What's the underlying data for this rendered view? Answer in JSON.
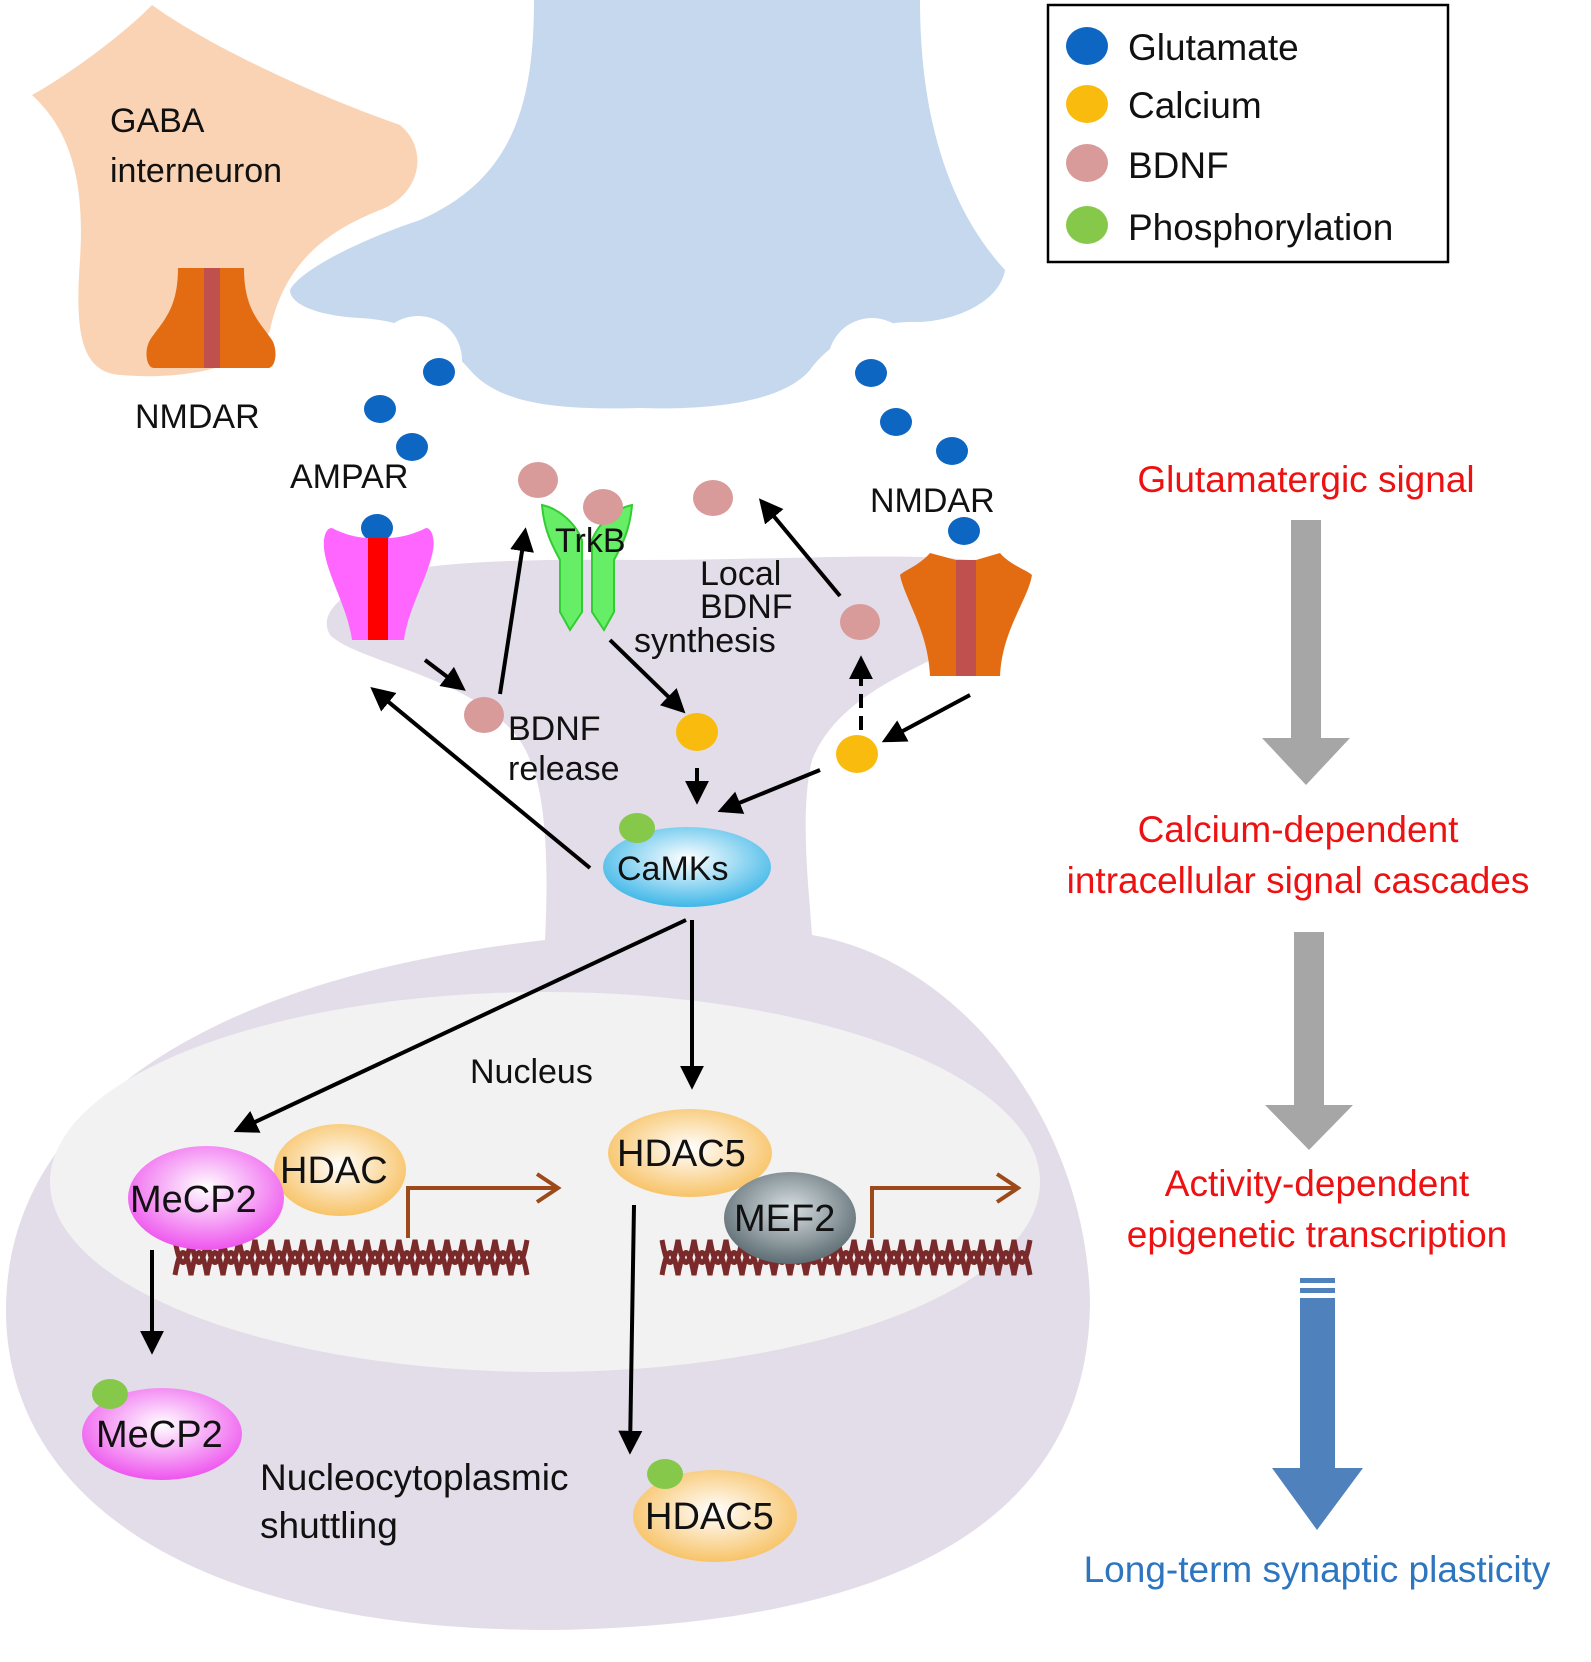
{
  "legend": {
    "items": [
      {
        "label": "Glutamate",
        "color": "#0d66c2"
      },
      {
        "label": "Calcium",
        "color": "#f9bb0d"
      },
      {
        "label": "BDNF",
        "color": "#d99a9a"
      },
      {
        "label": "Phosphorylation",
        "color": "#86c94a"
      }
    ]
  },
  "labels": {
    "gaba_line1": "GABA",
    "gaba_line2": "interneuron",
    "nmdar_gaba": "NMDAR",
    "ampar": "AMPAR",
    "trkb": "TrkB",
    "nmdar_post": "NMDAR",
    "local_line1": "Local",
    "local_line2": "BDNF",
    "local_line3": "synthesis",
    "bdnf_release_line1": "BDNF",
    "bdnf_release_line2": "release",
    "camks": "CaMKs",
    "nucleus": "Nucleus",
    "mecp2": "MeCP2",
    "hdac": "HDAC",
    "hdac5": "HDAC5",
    "mef2": "MEF2",
    "mecp2_out": "MeCP2",
    "hdac5_out": "HDAC5",
    "shuttling_line1": "Nucleocytoplasmic",
    "shuttling_line2": "shuttling"
  },
  "flow": {
    "step1": "Glutamatergic signal",
    "step2_line1": "Calcium-dependent",
    "step2_line2": "intracellular signal cascades",
    "step3_line1": "Activity-dependent",
    "step3_line2": "epigenetic transcription",
    "step4": "Long-term synaptic plasticity"
  },
  "colors": {
    "presynaptic": "#c5d8ee",
    "postsynaptic": "#e3dde9",
    "nucleus": "#f3f2f2",
    "gaba_cell": "#f9d3b4",
    "nmdar": "#e36c12",
    "nmdar_pore": "#c0504d",
    "ampar": "#ff66ff",
    "ampar_pore": "#ff0000",
    "trkb": "#66ee66",
    "dna": "#7a2a2a",
    "tss_arrow": "#9c4a1a",
    "flow_text_red": "#ee1111",
    "flow_text_blue": "#2e75c0",
    "flow_arrow_gray": "#a6a6a6",
    "flow_arrow_blue": "#4f81bd"
  }
}
